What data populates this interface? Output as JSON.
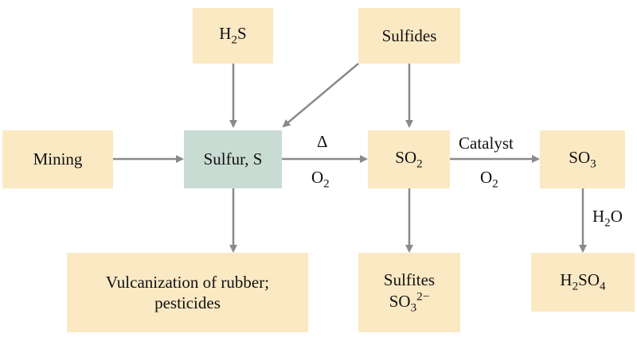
{
  "nodes": {
    "h2s": {
      "text": "H",
      "sub": "2",
      "tail": "S"
    },
    "sulfides": "Sulfides",
    "mining": "Mining",
    "sulfur": "Sulfur, S",
    "so2": {
      "text": "SO",
      "sub": "2"
    },
    "so3": {
      "text": "SO",
      "sub": "3"
    },
    "vulcanization": {
      "line1": "Vulcanization of rubber;",
      "line2": "pesticides"
    },
    "sulfites": {
      "line1": "Sulfites",
      "text": "SO",
      "sub": "3",
      "sup": "2−"
    },
    "h2so4": {
      "a": "H",
      "sub1": "2",
      "b": "SO",
      "sub2": "4"
    }
  },
  "edge_labels": {
    "heat": "Δ",
    "o2_a": {
      "text": "O",
      "sub": "2"
    },
    "catalyst": "Catalyst",
    "o2_b": {
      "text": "O",
      "sub": "2"
    },
    "h2o": {
      "a": "H",
      "sub": "2",
      "b": "O"
    }
  },
  "colors": {
    "box": "#fbe9c4",
    "sulfur_box": "#c9dcd3",
    "arrow": "#8a8a8a"
  }
}
